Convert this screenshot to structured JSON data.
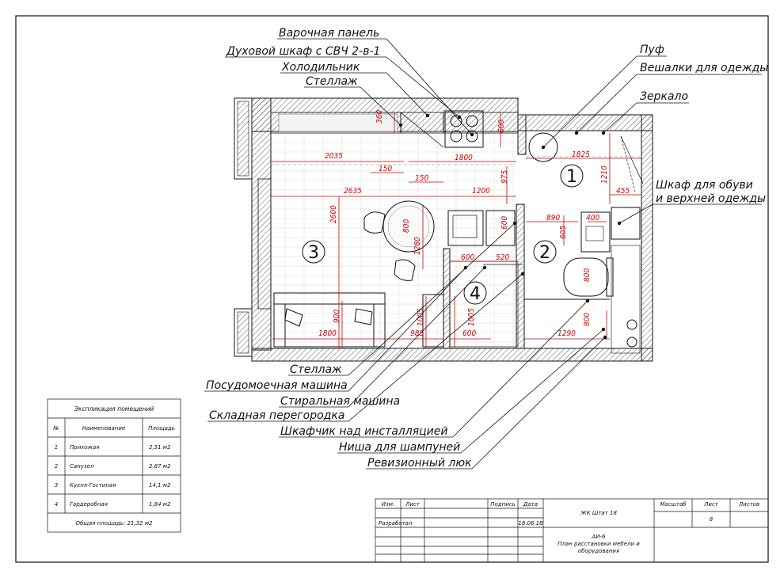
{
  "callouts_top": [
    "Варочная панель",
    "Духовой шкаф с СВЧ 2-в-1",
    "Холодильник",
    "Стеллаж"
  ],
  "callouts_right": [
    "Пуф",
    "Вешалки для одежды",
    "Зеркало",
    "Шкаф для обуви",
    "и верхней одежды"
  ],
  "callouts_bottom": [
    "Стеллаж",
    "Посудомоечная машина",
    "Стиральная машина",
    "Складная перегородка",
    "Шкафчик над инсталляцией",
    "Ниша для шампуней",
    "Ревизионный люк"
  ],
  "rooms": [
    "1",
    "2",
    "3",
    "4"
  ],
  "dimensions": {
    "d360": "360",
    "d600a": "600",
    "d1825": "1825",
    "d1210": "1210",
    "d2035": "2035",
    "d1800a": "1800",
    "d150a": "150",
    "d150b": "150",
    "d975": "975",
    "d455": "455",
    "d2635": "2635",
    "d1200": "1200",
    "d2600": "2600",
    "d800a": "800",
    "d1280": "1280",
    "d890": "890",
    "d605": "605",
    "d400": "400",
    "d600b": "600",
    "d600c": "600",
    "d520": "520",
    "d800b": "800",
    "d900": "900",
    "d1005a": "1005",
    "d1005b": "1005",
    "d1800b": "1800",
    "d985": "985",
    "d600d": "600",
    "d1290": "1290",
    "d800c": "800"
  },
  "explication": {
    "title": "Экспликация помещений",
    "headers": [
      "№",
      "Наименование",
      "Площадь"
    ],
    "rows": [
      {
        "num": "1",
        "name": "Прихожая",
        "area": "2,51 м2"
      },
      {
        "num": "2",
        "name": "Санузел",
        "area": "2,87 м2"
      },
      {
        "num": "3",
        "name": "Кухня-Гостиная",
        "area": "14,1 м2"
      },
      {
        "num": "4",
        "name": "Гардеробная",
        "area": "1,84 м2"
      }
    ],
    "total": "Общая площадь: 21,32 м2"
  },
  "stamp": {
    "izm": "Изм.",
    "list": "Лист",
    "podpis": "Подпись",
    "data": "Дата",
    "razrabotal": "Разработал",
    "date_value": "18.06.18",
    "project": "ЖК Штат 18",
    "sheet_code": "АИ-6",
    "sheet_title_1": "План расстановки мебели и",
    "sheet_title_2": "оборудования",
    "masshtab": "Масштаб",
    "list2": "Лист",
    "listov": "Листов",
    "list_value": "8"
  },
  "colors": {
    "dimension": "#d00000",
    "ink": "#111111"
  }
}
